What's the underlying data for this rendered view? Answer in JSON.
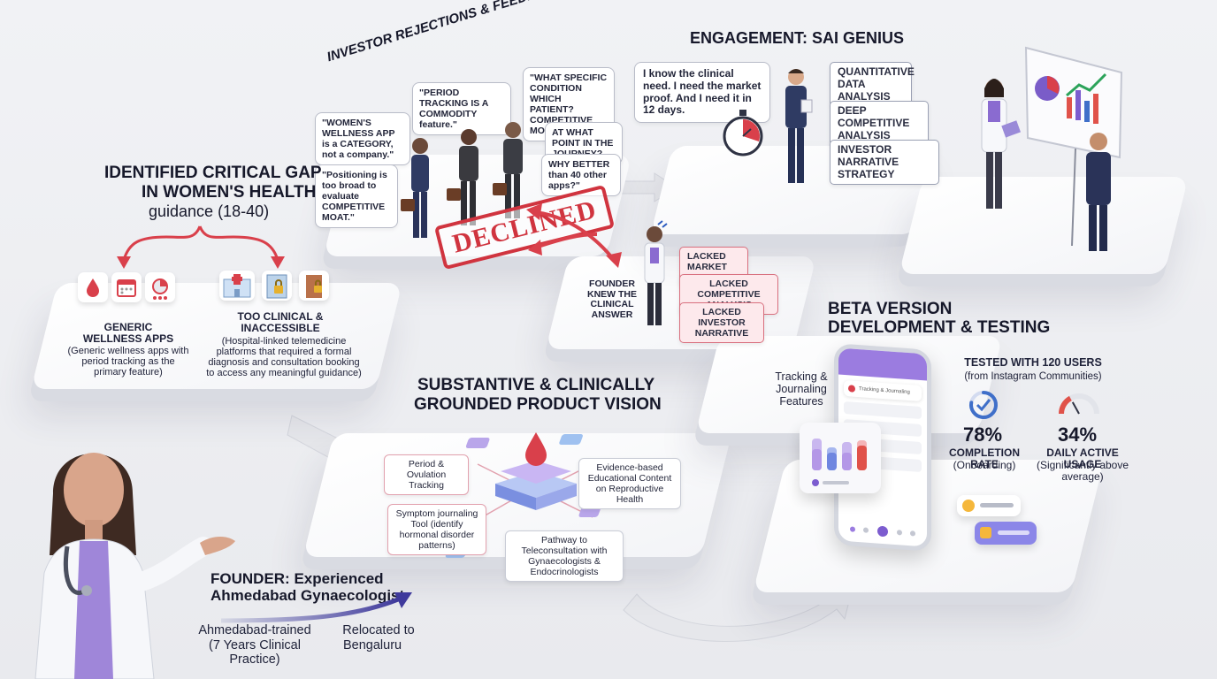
{
  "stage_investor": {
    "title": "INVESTOR REJECTIONS & FEEDBACK",
    "quotes": [
      "\"WOMEN'S WELLNESS APP is a CATEGORY, not a company.\"",
      "\"PERIOD TRACKING IS A COMMODITY feature.\"",
      "\"WHAT SPECIFIC CONDITION WHICH PATIENT? COMPETITIVE MOAT.",
      "\"Positioning is too broad to evaluate COMPETITIVE MOAT.\"",
      "AT WHAT POINT IN THE JOURNEY?",
      "WHY BETTER than 40 other apps?\""
    ],
    "stamp": "DECLINED"
  },
  "stage_founder_gap": {
    "caption": "FOUNDER KNEW THE CLINICAL ANSWER",
    "tags": [
      "LACKED MARKET DATA",
      "LACKED COMPETITIVE ANALYSIS",
      "LACKED INVESTOR NARRATIVE"
    ]
  },
  "stage_engagement": {
    "title": "ENGAGEMENT: SAI GENIUS",
    "speech": "I know the clinical need. I need the market proof. And I need it in 12 days.",
    "services": [
      "QUANTITATIVE DATA ANALYSIS",
      "DEEP COMPETITIVE ANALYSIS",
      "INVESTOR NARRATIVE STRATEGY"
    ]
  },
  "stage_gap": {
    "title_line1": "IDENTIFIED CRITICAL GAP",
    "title_line2": "IN WOMEN'S HEALTH",
    "title_line3": "guidance (18-40)",
    "left_head": "GENERIC WELLNESS APPS",
    "left_body": "(Generic wellness apps with period tracking as the primary feature)",
    "right_head": "TOO CLINICAL & INACCESSIBLE",
    "right_body": "(Hospital-linked telemedicine platforms that required a formal diagnosis and consultation booking to access any meaningful guidance)"
  },
  "stage_vision": {
    "title_line1": "SUBSTANTIVE & CLINICALLY",
    "title_line2": "GROUNDED PRODUCT VISION",
    "features": [
      "Period & Ovulation Tracking",
      "Evidence-based Educational Content on Reproductive Health",
      "Symptom journaling Tool (identify hormonal disorder patterns)",
      "Pathway to Teleconsultation with Gynaecologists & Endocrinologists"
    ]
  },
  "stage_beta": {
    "title_line1": "BETA VERSION",
    "title_line2": "DEVELOPMENT & TESTING",
    "phone_callout": "Tracking & Journaling Features",
    "phone_card_text": "Tracking & Journaling",
    "tested_head": "TESTED WITH 120 USERS",
    "tested_sub": "(from Instagram Communities)",
    "metrics": [
      {
        "value": "78%",
        "label": "COMPLETION RATE",
        "sub": "(Onboarding)",
        "fraction": 0.78,
        "color": "#3f6fc9"
      },
      {
        "value": "34%",
        "label": "DAILY ACTIVE USAGE",
        "sub": "(Significantly above average)",
        "fraction": 0.34,
        "color": "#e0524a"
      }
    ]
  },
  "stage_founder": {
    "title_line1": "FOUNDER: Experienced",
    "title_line2": "Ahmedabad Gynaecologist",
    "from_line1": "Ahmedabad-trained",
    "from_line2": "(7 Years Clinical Practice)",
    "to_line1": "Relocated to",
    "to_line2": "Bengaluru"
  },
  "colors": {
    "accent_red": "#d9404b",
    "accent_purple": "#7c5ccf",
    "accent_blue": "#3f6fc9",
    "flow_arrow": "#e7e8ec"
  }
}
